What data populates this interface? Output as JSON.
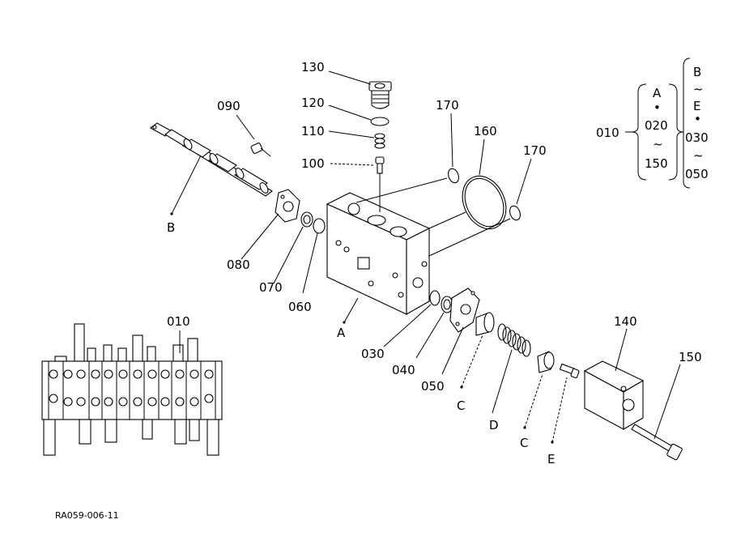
{
  "callouts": {
    "c130": "130",
    "c120": "120",
    "c110": "110",
    "c100": "100",
    "c090": "090",
    "c170a": "170",
    "c160": "160",
    "c170b": "170",
    "c080": "080",
    "c070": "070",
    "c060": "060",
    "cA": "A",
    "cB": "B",
    "c030": "030",
    "c040": "040",
    "c050": "050",
    "cC1": "C",
    "cD": "D",
    "cC2": "C",
    "cE": "E",
    "c140": "140",
    "c150": "150",
    "c010": "010"
  },
  "legend": {
    "ref": "010",
    "left_top": "A",
    "left_dot": "•",
    "left_from": "020",
    "left_tilde": "~",
    "left_to": "150",
    "right_top": "B",
    "right_tilde1": "~",
    "right_mid": "E",
    "right_dot": "•",
    "right_from": "030",
    "right_tilde2": "~",
    "right_to": "050"
  },
  "footer_code": "RA059-006-11"
}
